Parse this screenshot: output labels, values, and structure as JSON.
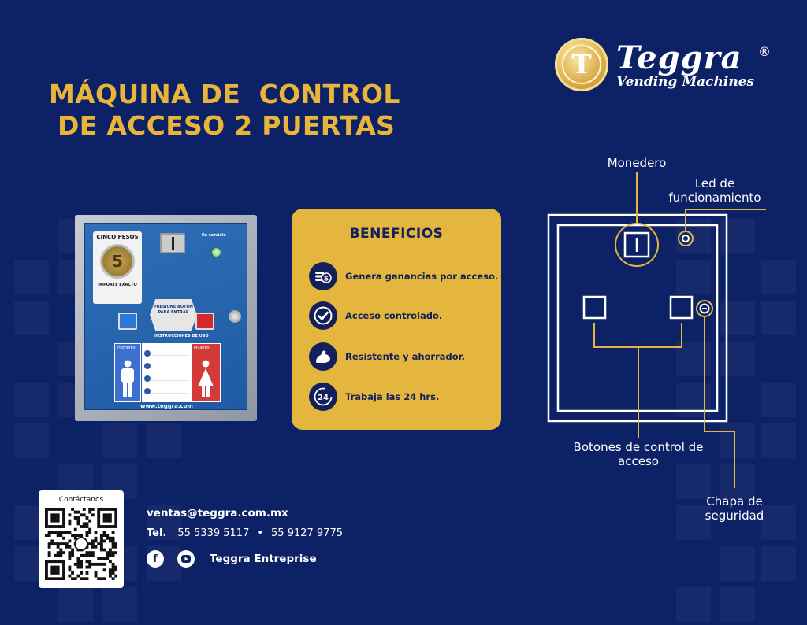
{
  "title": {
    "line1": "MÁQUINA DE  CONTROL",
    "line2": "DE ACCESO 2 PUERTAS"
  },
  "logo": {
    "letter": "T",
    "name": "Teggra",
    "registered": "®",
    "tagline": "Vending Machines"
  },
  "machine": {
    "price_title": "CINCO PESOS",
    "coin_value": "5",
    "price_note": "IMPORTE EXACTO",
    "in_service": "En servicio",
    "push_label": "PRESIONE BOTÓN PARA ENTRAR",
    "instructions": "INSTRUCCIONES DE USO",
    "men": "Hombres",
    "women": "Mujeres",
    "website": "www.teggra.com"
  },
  "benefits": {
    "title": "BENEFICIOS",
    "items": [
      {
        "icon": "coins-icon",
        "text": "Genera ganancias por acceso."
      },
      {
        "icon": "check-icon",
        "text": "Acceso controlado."
      },
      {
        "icon": "strength-icon",
        "text": "Resistente y ahorrador."
      },
      {
        "icon": "24h-icon",
        "text": "Trabaja las 24 hrs."
      }
    ]
  },
  "diagram": {
    "monedero": "Monedero",
    "led": "Led de funcionamiento",
    "botones": "Botones de control de acceso",
    "chapa": "Chapa de seguridad"
  },
  "contact": {
    "qr_caption": "Contáctanos",
    "email": "ventas@teggra.com.mx",
    "tel_label": "Tel.",
    "phone1": "55 5339 5117",
    "separator": "•",
    "phone2": "55 9127 9775",
    "social_name": "Teggra Entreprise"
  },
  "colors": {
    "background": "#0d2266",
    "accent": "#e5b63e",
    "text": "#ffffff"
  }
}
